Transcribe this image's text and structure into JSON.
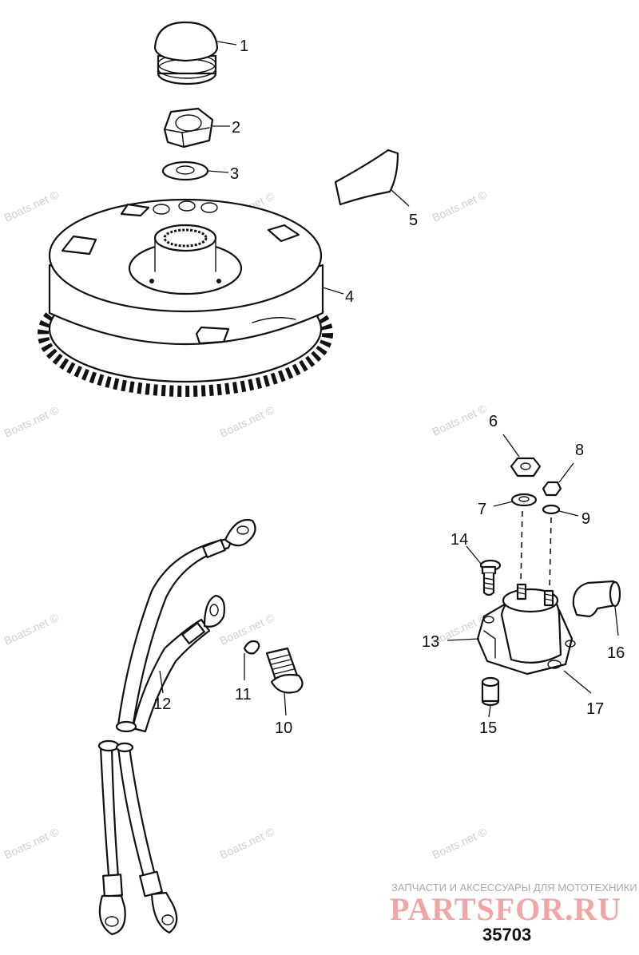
{
  "watermark_text": "Boats.net ©",
  "callouts": [
    "1",
    "2",
    "3",
    "4",
    "5",
    "6",
    "7",
    "8",
    "9",
    "10",
    "11",
    "12",
    "13",
    "14",
    "15",
    "16",
    "17"
  ],
  "footer": {
    "tagline": "ЗАПЧАСТИ И АКСЕССУАРЫ ДЛЯ МОТОТЕХНИКИ",
    "brand": "PARTSFOR.RU",
    "diagram_code": "35703"
  },
  "colors": {
    "line": "#111111",
    "watermark": "#cfcfcf",
    "brand": "#f1a6a6"
  }
}
